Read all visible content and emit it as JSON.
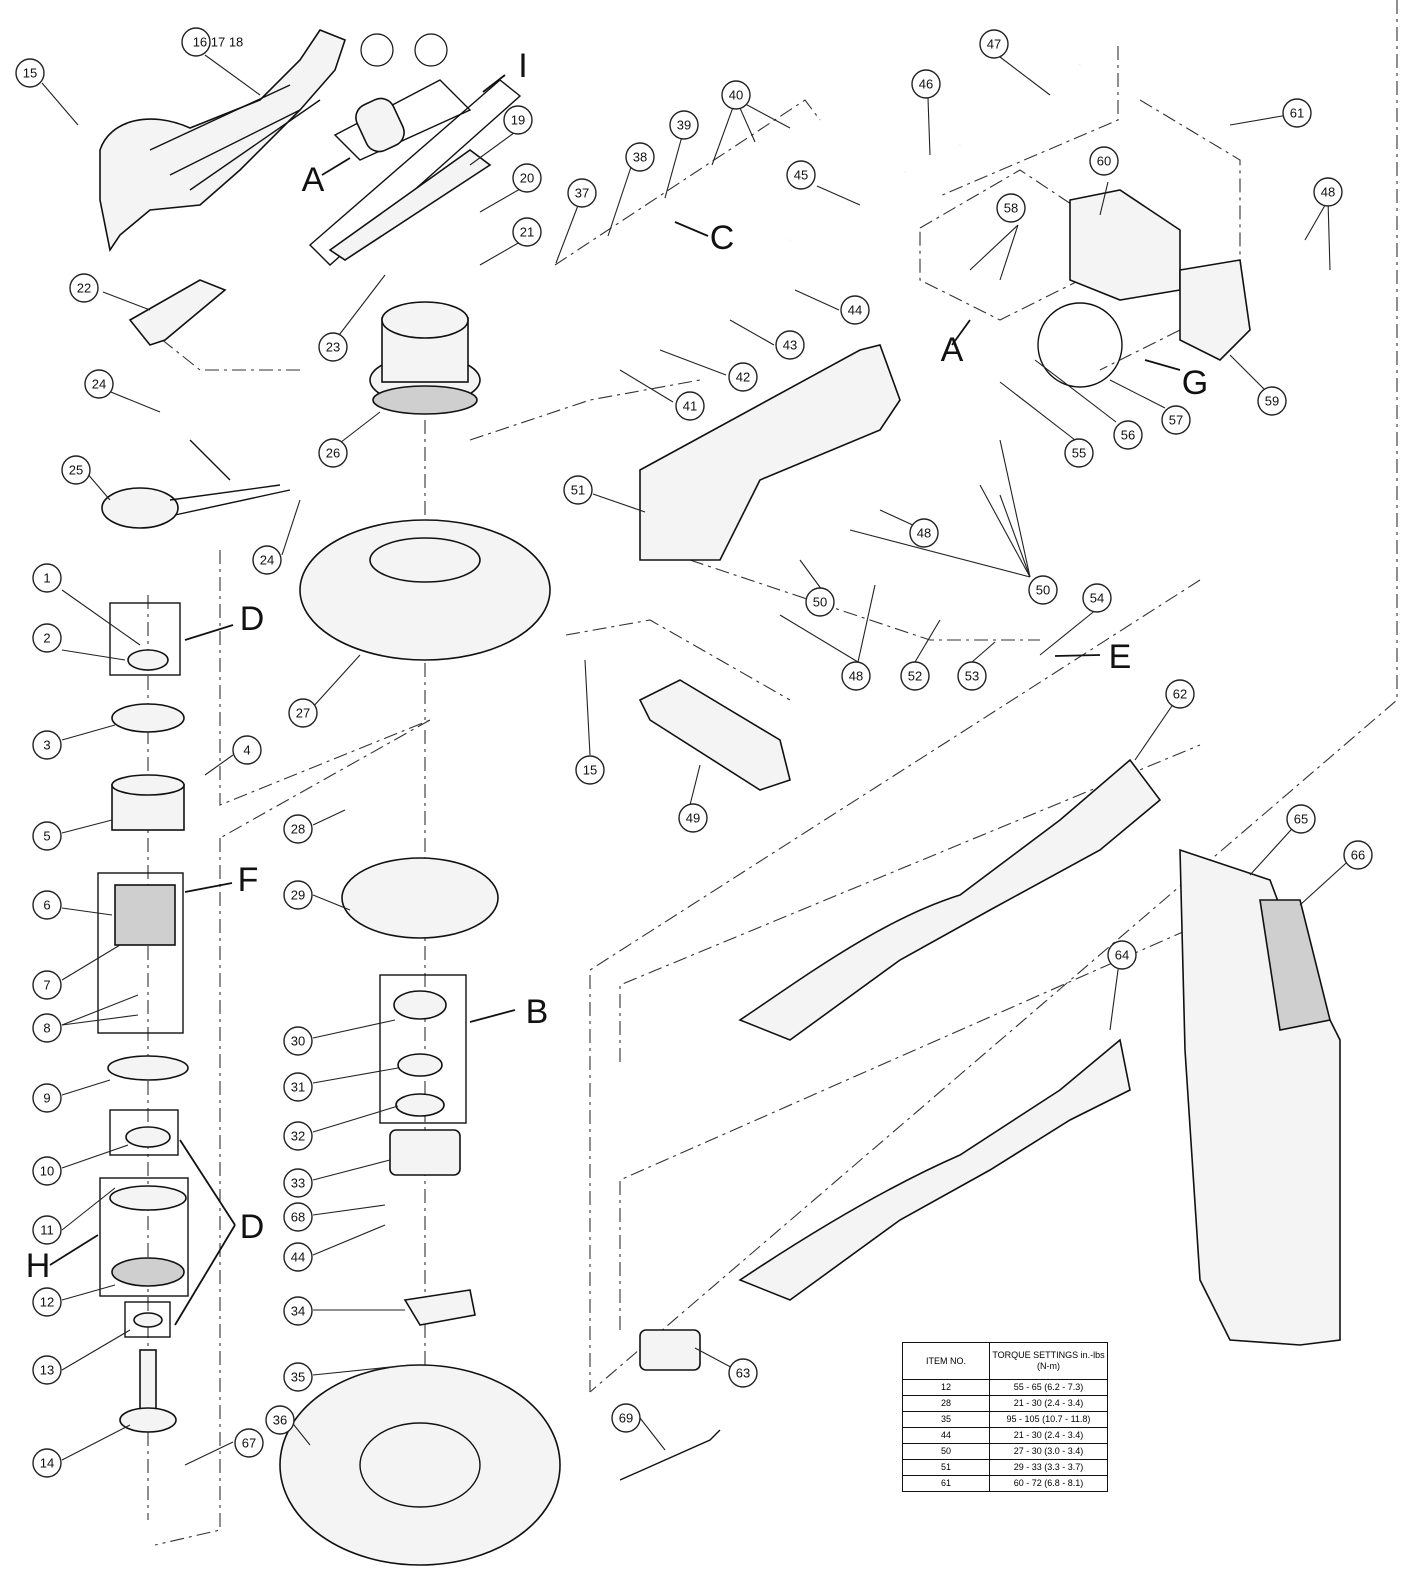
{
  "callouts": [
    {
      "id": "c15a",
      "label": "15"
    },
    {
      "id": "c16",
      "label": "16 17 18"
    },
    {
      "id": "c19",
      "label": "19"
    },
    {
      "id": "c20",
      "label": "20"
    },
    {
      "id": "c21",
      "label": "21"
    },
    {
      "id": "c22",
      "label": "22"
    },
    {
      "id": "c23",
      "label": "23"
    },
    {
      "id": "c24a",
      "label": "24"
    },
    {
      "id": "c24b",
      "label": "24"
    },
    {
      "id": "c25",
      "label": "25"
    },
    {
      "id": "c26",
      "label": "26"
    },
    {
      "id": "c27",
      "label": "27"
    },
    {
      "id": "c37",
      "label": "37"
    },
    {
      "id": "c38",
      "label": "38"
    },
    {
      "id": "c39",
      "label": "39"
    },
    {
      "id": "c40",
      "label": "40"
    },
    {
      "id": "c41",
      "label": "41"
    },
    {
      "id": "c42",
      "label": "42"
    },
    {
      "id": "c43",
      "label": "43"
    },
    {
      "id": "c44a",
      "label": "44"
    },
    {
      "id": "c45",
      "label": "45"
    },
    {
      "id": "c46",
      "label": "46"
    },
    {
      "id": "c47",
      "label": "47"
    },
    {
      "id": "c48a",
      "label": "48"
    },
    {
      "id": "c48b",
      "label": "48"
    },
    {
      "id": "c48c",
      "label": "48"
    },
    {
      "id": "c49",
      "label": "49"
    },
    {
      "id": "c50a",
      "label": "50"
    },
    {
      "id": "c50b",
      "label": "50"
    },
    {
      "id": "c51",
      "label": "51"
    },
    {
      "id": "c52",
      "label": "52"
    },
    {
      "id": "c53",
      "label": "53"
    },
    {
      "id": "c54",
      "label": "54"
    },
    {
      "id": "c55",
      "label": "55"
    },
    {
      "id": "c56",
      "label": "56"
    },
    {
      "id": "c57",
      "label": "57"
    },
    {
      "id": "c58",
      "label": "58"
    },
    {
      "id": "c59",
      "label": "59"
    },
    {
      "id": "c60",
      "label": "60"
    },
    {
      "id": "c61",
      "label": "61"
    },
    {
      "id": "c15b",
      "label": "15"
    },
    {
      "id": "c1",
      "label": "1"
    },
    {
      "id": "c2",
      "label": "2"
    },
    {
      "id": "c3",
      "label": "3"
    },
    {
      "id": "c4",
      "label": "4"
    },
    {
      "id": "c5",
      "label": "5"
    },
    {
      "id": "c6",
      "label": "6"
    },
    {
      "id": "c7",
      "label": "7"
    },
    {
      "id": "c8",
      "label": "8"
    },
    {
      "id": "c9",
      "label": "9"
    },
    {
      "id": "c10",
      "label": "10"
    },
    {
      "id": "c11",
      "label": "11"
    },
    {
      "id": "c12",
      "label": "12"
    },
    {
      "id": "c13",
      "label": "13"
    },
    {
      "id": "c14",
      "label": "14"
    },
    {
      "id": "c67",
      "label": "67"
    },
    {
      "id": "c28",
      "label": "28"
    },
    {
      "id": "c29",
      "label": "29"
    },
    {
      "id": "c30",
      "label": "30"
    },
    {
      "id": "c31",
      "label": "31"
    },
    {
      "id": "c32",
      "label": "32"
    },
    {
      "id": "c33",
      "label": "33"
    },
    {
      "id": "c68",
      "label": "68"
    },
    {
      "id": "c44b",
      "label": "44"
    },
    {
      "id": "c34",
      "label": "34"
    },
    {
      "id": "c35",
      "label": "35"
    },
    {
      "id": "c36",
      "label": "36"
    },
    {
      "id": "c62",
      "label": "62"
    },
    {
      "id": "c63",
      "label": "63"
    },
    {
      "id": "c64",
      "label": "64"
    },
    {
      "id": "c65",
      "label": "65"
    },
    {
      "id": "c66",
      "label": "66"
    },
    {
      "id": "c69",
      "label": "69"
    }
  ],
  "group_letters": [
    {
      "id": "gA1",
      "label": "A"
    },
    {
      "id": "gI",
      "label": "I"
    },
    {
      "id": "gC",
      "label": "C"
    },
    {
      "id": "gA2",
      "label": "A"
    },
    {
      "id": "gG",
      "label": "G"
    },
    {
      "id": "gD1",
      "label": "D"
    },
    {
      "id": "gF",
      "label": "F"
    },
    {
      "id": "gB",
      "label": "B"
    },
    {
      "id": "gD2",
      "label": "D"
    },
    {
      "id": "gH",
      "label": "H"
    },
    {
      "id": "gE",
      "label": "E"
    }
  ],
  "torque_table": {
    "header": {
      "item": "ITEM NO.",
      "torque": "TORQUE SETTINGS in.-lbs (N-m)"
    },
    "rows": [
      {
        "item": "12",
        "torque": "55 - 65 (6.2 - 7.3)"
      },
      {
        "item": "28",
        "torque": "21 - 30 (2.4 - 3.4)"
      },
      {
        "item": "35",
        "torque": "95 - 105 (10.7 - 11.8)"
      },
      {
        "item": "44",
        "torque": "21 - 30 (2.4 - 3.4)"
      },
      {
        "item": "50",
        "torque": "27 - 30 (3.0 - 3.4)"
      },
      {
        "item": "51",
        "torque": "29 - 33 (3.3 - 3.7)"
      },
      {
        "item": "61",
        "torque": "60 - 72 (6.8 - 8.1)"
      }
    ]
  }
}
